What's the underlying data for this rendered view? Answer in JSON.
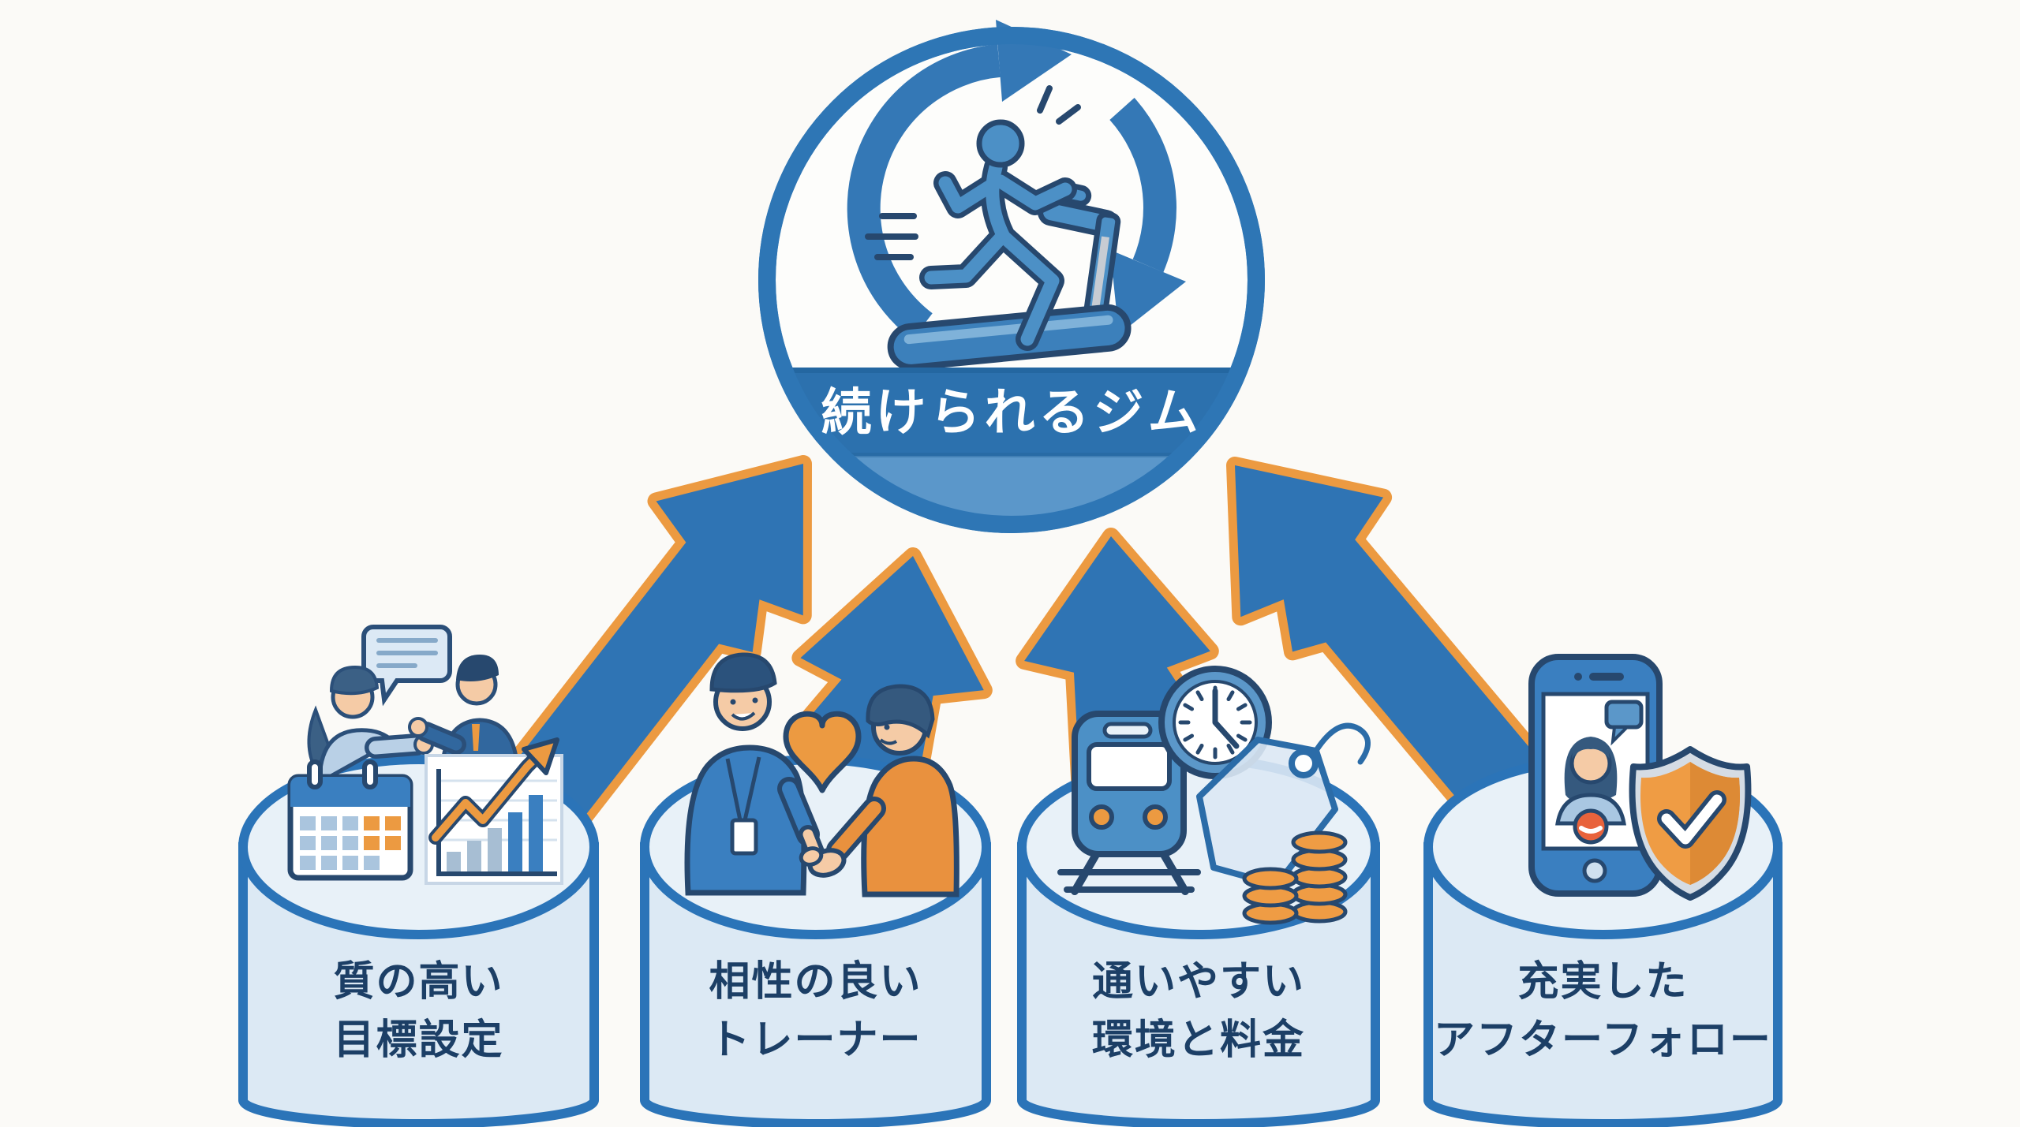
{
  "figure": {
    "type": "infographic-diagram",
    "background_color": "#fbfaf7",
    "center": {
      "label": "続けられるジム",
      "icon": "runner-on-treadmill-cycle-icon",
      "band_color": "#2c71ae",
      "segment_color": "#5b97ca",
      "circle_border_color": "#2e76b5"
    },
    "arrows": {
      "fill_color": "#2f74b4",
      "border_color": "#ec9a41",
      "count": 4,
      "direction": "pillars-to-center"
    },
    "pillars": [
      {
        "id": "goal-setting",
        "label_line1": "質の高い",
        "label_line2": "目標設定",
        "icons": [
          "speech-bubble-icon",
          "consultation-woman-icon",
          "consultation-man-icon",
          "calendar-icon",
          "growth-chart-icon"
        ]
      },
      {
        "id": "compatible-trainer",
        "label_line1": "相性の良い",
        "label_line2": "トレーナー",
        "icons": [
          "trainer-icon",
          "client-icon",
          "heart-icon",
          "handshake-icon"
        ]
      },
      {
        "id": "easy-access-fee",
        "label_line1": "通いやすい",
        "label_line2": "環境と料金",
        "icons": [
          "train-icon",
          "clock-icon",
          "price-tag-icon",
          "coins-icon"
        ]
      },
      {
        "id": "after-follow",
        "label_line1": "充実した",
        "label_line2": "アフターフォロー",
        "icons": [
          "video-call-phone-icon",
          "shield-check-icon"
        ]
      }
    ],
    "colors": {
      "outline_navy": "#27486e",
      "pillar_fill": "#dce9f4",
      "pillar_top_fill": "#e8f1f8",
      "pillar_border": "#2b74b8",
      "label_text": "#1c3f66",
      "skin": "#f5cba6",
      "orange": "#ec9a41",
      "blue_shirt": "#3a7fc0",
      "orange_shirt": "#e9913e",
      "end_call_red": "#e8633c",
      "shield_silver": "#d5dce4"
    }
  }
}
